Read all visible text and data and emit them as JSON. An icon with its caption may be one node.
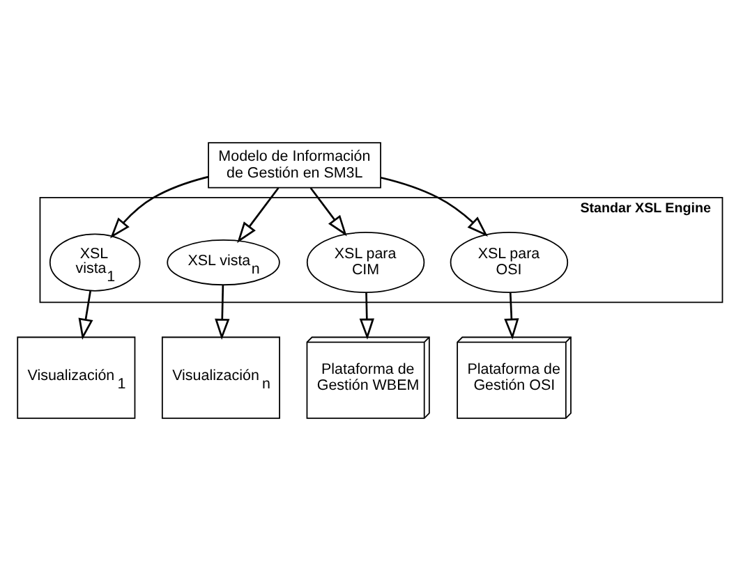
{
  "diagram": {
    "nodes": [
      {
        "text": [
          "Modelo de Información de Gestión en SM3L"
        ]
      },
      {
        "text": [
          "Standar XSL Engine"
        ]
      },
      {
        "text": [
          "XSL vista$_{1}$"
        ],
        "in": 1
      },
      {
        "text": [
          "XSL vista$_{n}$"
        ],
        "in": 1
      },
      {
        "text": [
          "XSL para CIM"
        ],
        "in": 1
      },
      {
        "text": [
          "XSL para OSI"
        ],
        "in": 1
      },
      {
        "text": [
          "Visualización$_{1}$"
        ]
      },
      {
        "text": [
          "Visualización$_{n}$"
        ]
      },
      {
        "text": [
          "Plataforma de Gestión WBEM"
        ]
      },
      {
        "text": [
          "Plataforma de Gestión OSI"
        ]
      }
    ],
    "edges": [
      {
        "from": 0,
        "to": 2,
        "arrow": "to"
      },
      {
        "from": 0,
        "to": 3,
        "arrow": "to"
      },
      {
        "from": 0,
        "to": 4,
        "arrow": "to"
      },
      {
        "from": 0,
        "to": 5,
        "arrow": "to"
      },
      {
        "from": 2,
        "to": 6,
        "arrow": "to"
      },
      {
        "from": 3,
        "to": 7,
        "arrow": "to"
      },
      {
        "from": 4,
        "to": 8,
        "arrow": "to"
      },
      {
        "from": 5,
        "to": 9,
        "arrow": "to"
      }
    ]
  }
}
